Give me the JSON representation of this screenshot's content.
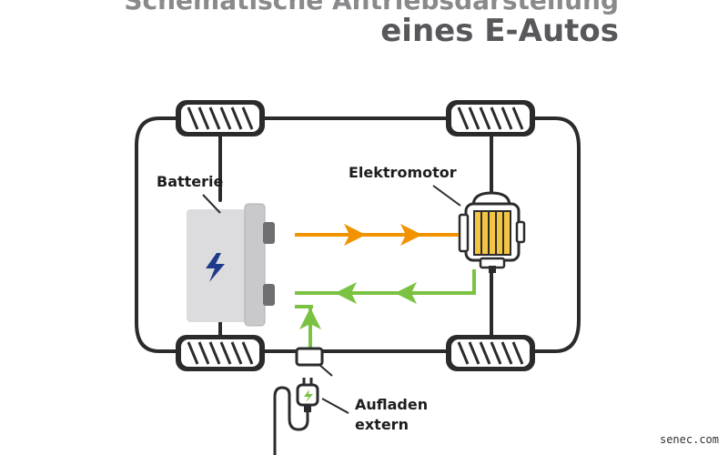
{
  "title": {
    "line1": "Schematische Antriebsdarstellung",
    "line2": "eines E-Autos"
  },
  "labels": {
    "battery": "Batterie",
    "motor": "Elektromotor",
    "charge_line1": "Aufladen",
    "charge_line2": "extern"
  },
  "watermark": "senec.com",
  "colors": {
    "frame": "#2b2b2e",
    "battery_body": "#dcdcdf",
    "battery_side": "#c4c4c8",
    "bolt": "#1f3a8a",
    "power_flow": "#f39200",
    "charge_flow": "#7cc242",
    "motor_coil": "#f4c542"
  }
}
